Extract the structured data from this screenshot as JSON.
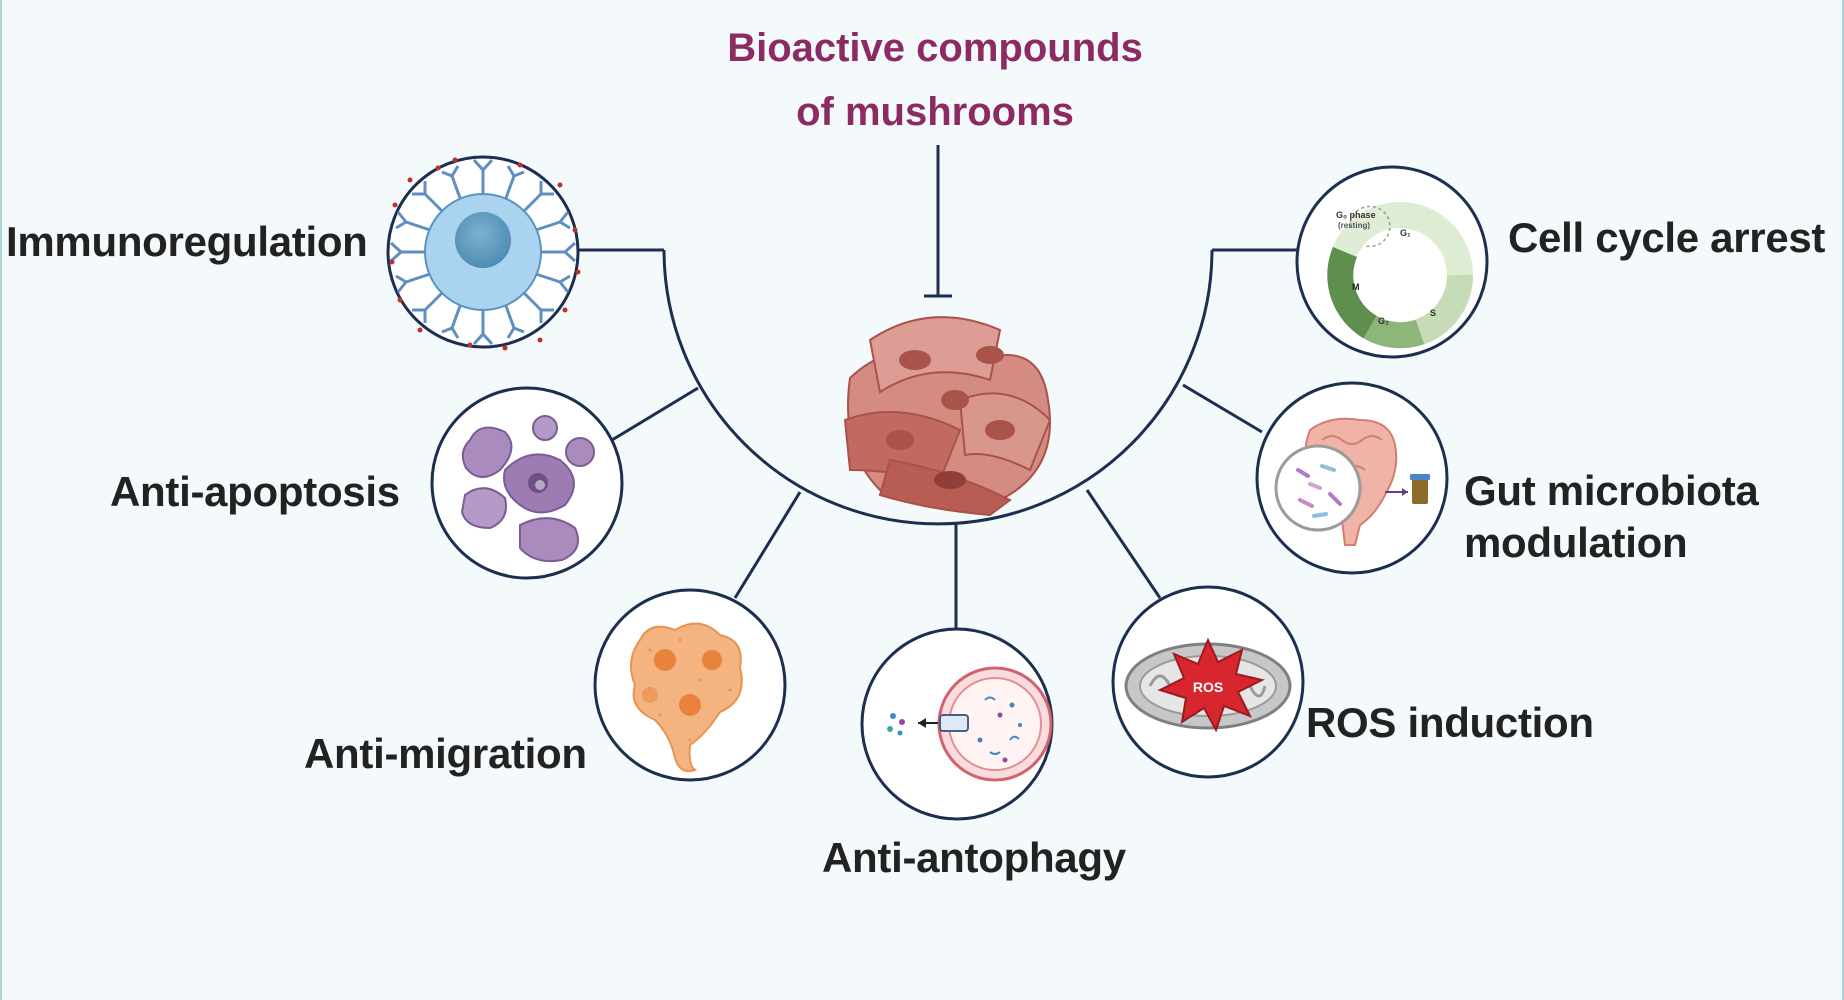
{
  "title": {
    "line1": "Bioactive compounds",
    "line2": "of mushrooms"
  },
  "effects": {
    "immunoregulation": "Immunoregulation",
    "anti_apoptosis": "Anti-apoptosis",
    "anti_migration": "Anti-migration",
    "anti_autophagy": "Anti-antophagy",
    "ros_induction": "ROS induction",
    "gut_microbiota_line1": "Gut microbiota",
    "gut_microbiota_line2": "modulation",
    "cell_cycle_arrest": "Cell cycle arrest"
  },
  "cell_cycle_inset": {
    "g0_line1": "G₀ phase",
    "g0_line2": "(resting)",
    "g1": "G₁",
    "s": "S",
    "g2": "G₂",
    "m": "M"
  },
  "ros_inset": {
    "label": "ROS"
  },
  "colors": {
    "title": "#8c2b63",
    "outline": "#1c2f4f",
    "text": "#222222"
  }
}
